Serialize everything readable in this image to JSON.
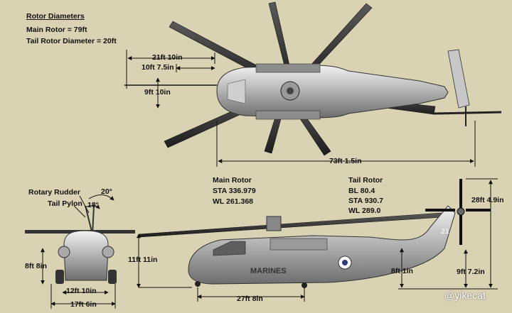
{
  "legend": {
    "title": "Rotor Diameters",
    "main_rotor": "Main Rotor = 79ft",
    "tail_rotor": "Tail Rotor Diameter = 20ft"
  },
  "top_view": {
    "dim_width": "21ft 10in",
    "dim_blade": "10ft 7.5in",
    "dim_offset": "9ft 10in",
    "dim_length": "73ft 1.5in"
  },
  "main_rotor": {
    "title": "Main Rotor",
    "sta": "STA 336.979",
    "wl": "WL 261.368"
  },
  "tail_rotor": {
    "title": "Tail Rotor",
    "bl": "BL 80.4",
    "sta": "STA 930.7",
    "wl": "WL 289.0",
    "dim_height": "28ft 4.9in"
  },
  "front_view": {
    "rudder_label": "Rotary Rudder",
    "pylon_label": "Tail Pylon",
    "angle_20": "20°",
    "angle_18": "18°",
    "height": "8ft 8in",
    "track_inner": "12ft 10in",
    "track_outer": "17ft 6in"
  },
  "side_view": {
    "height_hub": "11ft 11in",
    "wheelbase": "27ft 8in",
    "tail_height": "8ft 1in",
    "tail_rotor_clear": "9ft 7.2in",
    "marking": "MARINES",
    "tail_number": "21"
  },
  "watermark": "@yikecat"
}
